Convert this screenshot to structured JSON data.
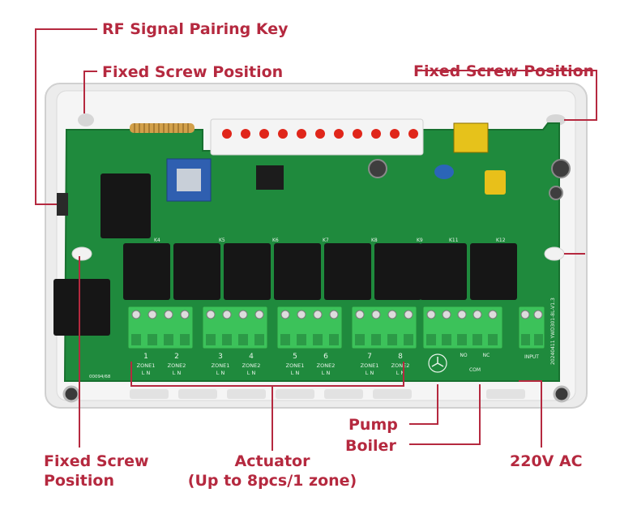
{
  "labels": {
    "rf_pairing_key": "RF Signal Pairing Key",
    "fixed_screw_top_left": "Fixed Screw Position",
    "fixed_screw_top_right": "Fixed Screw Position",
    "fixed_screw_bottom_left_line1": "Fixed Screw",
    "fixed_screw_bottom_left_line2": "Position",
    "actuator_line1": "Actuator",
    "actuator_line2": "(Up to 8pcs/1 zone)",
    "pump": "Pump",
    "boiler": "Boiler",
    "ac_input": "220V AC"
  },
  "board": {
    "zone_numbers": [
      "1",
      "2",
      "3",
      "4",
      "5",
      "6",
      "7",
      "8"
    ],
    "zone_labels": [
      "ZONE1",
      "ZONE2",
      "ZONE1",
      "ZONE2",
      "ZONE1",
      "ZONE2",
      "ZONE1",
      "ZONE2"
    ],
    "terminal_ln": "L  N",
    "boiler_terminals": [
      "NO",
      "NC",
      "COM"
    ],
    "input_label": "INPUT",
    "board_version": "20240411 YWD301-8L-V1.3",
    "serial": "00094/68",
    "relay_labels": [
      "K4",
      "K5",
      "K6",
      "K7",
      "K8",
      "K9",
      "K11",
      "K12"
    ]
  },
  "colors": {
    "label": "#b5293f",
    "pcb": "#1f8a3d",
    "terminal": "#3cc25a",
    "relay": "#1b1b1b",
    "led": "#e0261a"
  }
}
